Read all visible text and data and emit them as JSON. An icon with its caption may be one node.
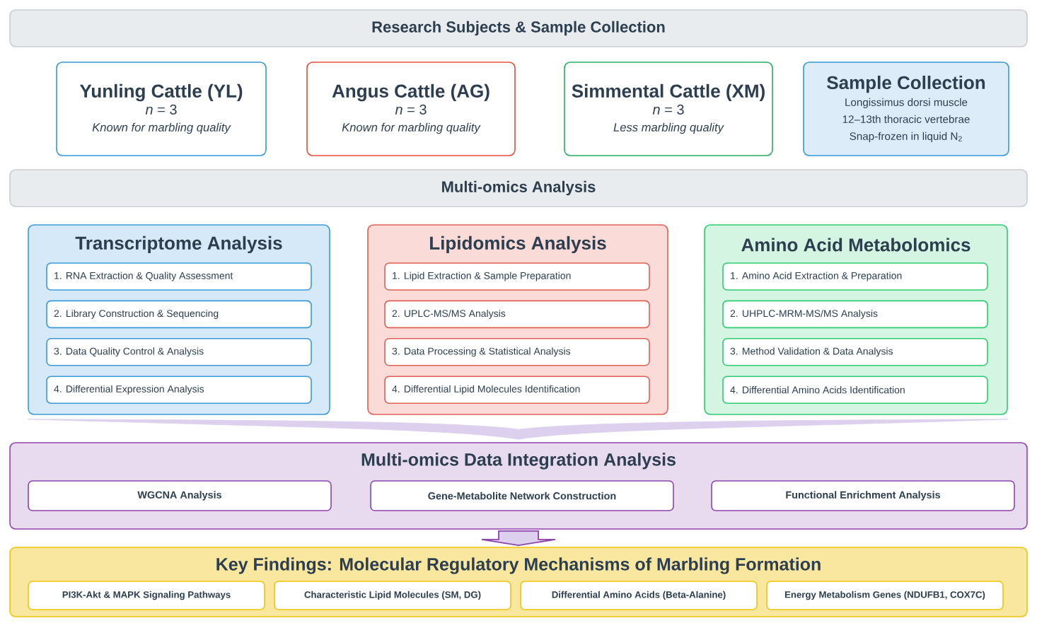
{
  "diagram": {
    "nodes": [
      {
        "text": [
          "Research Subjects & Sample Collection"
        ]
      },
      {
        "text": [
          "Yunling Cattle (YL)",
          "*n* = 3",
          "Known for marbling quality"
        ]
      },
      {
        "text": [
          "Angus Cattle (AG)",
          "*n* = 3",
          "Known for marbling quality"
        ]
      },
      {
        "text": [
          "Simmental Cattle (XM)",
          "*n* = 3",
          "Less marbling quality"
        ]
      },
      {
        "text": [
          "Sample Collection",
          "Longissimus dorsi muscle",
          "12–13th thoracic vertebrae",
          "Snap-frozen in liquid N$_{2}$"
        ]
      },
      {
        "text": [
          "Multi-omics Analysis"
        ]
      },
      {
        "text": [
          "Transcriptome Analysis"
        ]
      },
      {
        "text": [
          "1. RNA Extraction & Quality Assessment"
        ],
        "in": 6
      },
      {
        "text": [
          "2. Library Construction & Sequencing"
        ],
        "in": 6
      },
      {
        "text": [
          "3. Data Quality Control & Analysis"
        ],
        "in": 6
      },
      {
        "text": [
          "4. Differential Expression Analysis"
        ],
        "in": 6
      },
      {
        "text": [
          "Lipidomics Analysis"
        ]
      },
      {
        "text": [
          "1. Lipid Extraction & Sample Preparation"
        ],
        "in": 11
      },
      {
        "text": [
          "2. UPLC-MS/MS Analysis"
        ],
        "in": 11
      },
      {
        "text": [
          "3. Data Processing & Statistical Analysis"
        ],
        "in": 11
      },
      {
        "text": [
          "4. Differential Lipid Molecules Identification"
        ],
        "in": 11
      },
      {
        "text": [
          "Amino Acid Metabolomics"
        ]
      },
      {
        "text": [
          "1. Amino Acid Extraction & Preparation"
        ],
        "in": 16
      },
      {
        "text": [
          "2. UHPLC-MRM-MS/MS Analysis"
        ],
        "in": 16
      },
      {
        "text": [
          "3. Method Validation & Data Analysis"
        ],
        "in": 16
      },
      {
        "text": [
          "4. Differential Amino Acids Identification"
        ],
        "in": 16
      },
      {
        "text": [
          "Multi-omics Data Integration Analysis"
        ]
      },
      {
        "text": [
          "WGCNA Analysis"
        ],
        "in": 21
      },
      {
        "text": [
          "Gene-Metabolite Network Construction"
        ],
        "in": 21
      },
      {
        "text": [
          "Functional Enrichment Analysis"
        ],
        "in": 21
      },
      {
        "text": [
          "Key Findings: Molecular Regulatory Mechanisms of Marbling Formation"
        ]
      },
      {
        "text": [
          "PI3K-Akt & MAPK Signaling Pathways"
        ],
        "in": 25
      },
      {
        "text": [
          "Characteristic Lipid Molecules (SM, DG)"
        ],
        "in": 25
      },
      {
        "text": [
          "Differential Amino Acids (Beta-Alanine)"
        ],
        "in": 25
      },
      {
        "text": [
          "Energy Metabolism Genes (NDUFB1, COX7C)"
        ],
        "in": 25
      }
    ],
    "edges": [
      {
        "from": 6,
        "to": 21,
        "arrow": "none",
        "color": "#ddd0ee"
      },
      {
        "from": 11,
        "to": 21,
        "arrow": "none",
        "color": "#ddd0ee"
      },
      {
        "from": 16,
        "to": 21,
        "arrow": "none",
        "color": "#ddd0ee"
      },
      {
        "from": 21,
        "to": 25,
        "arrow": "to",
        "color": "#8e44ad"
      }
    ]
  }
}
